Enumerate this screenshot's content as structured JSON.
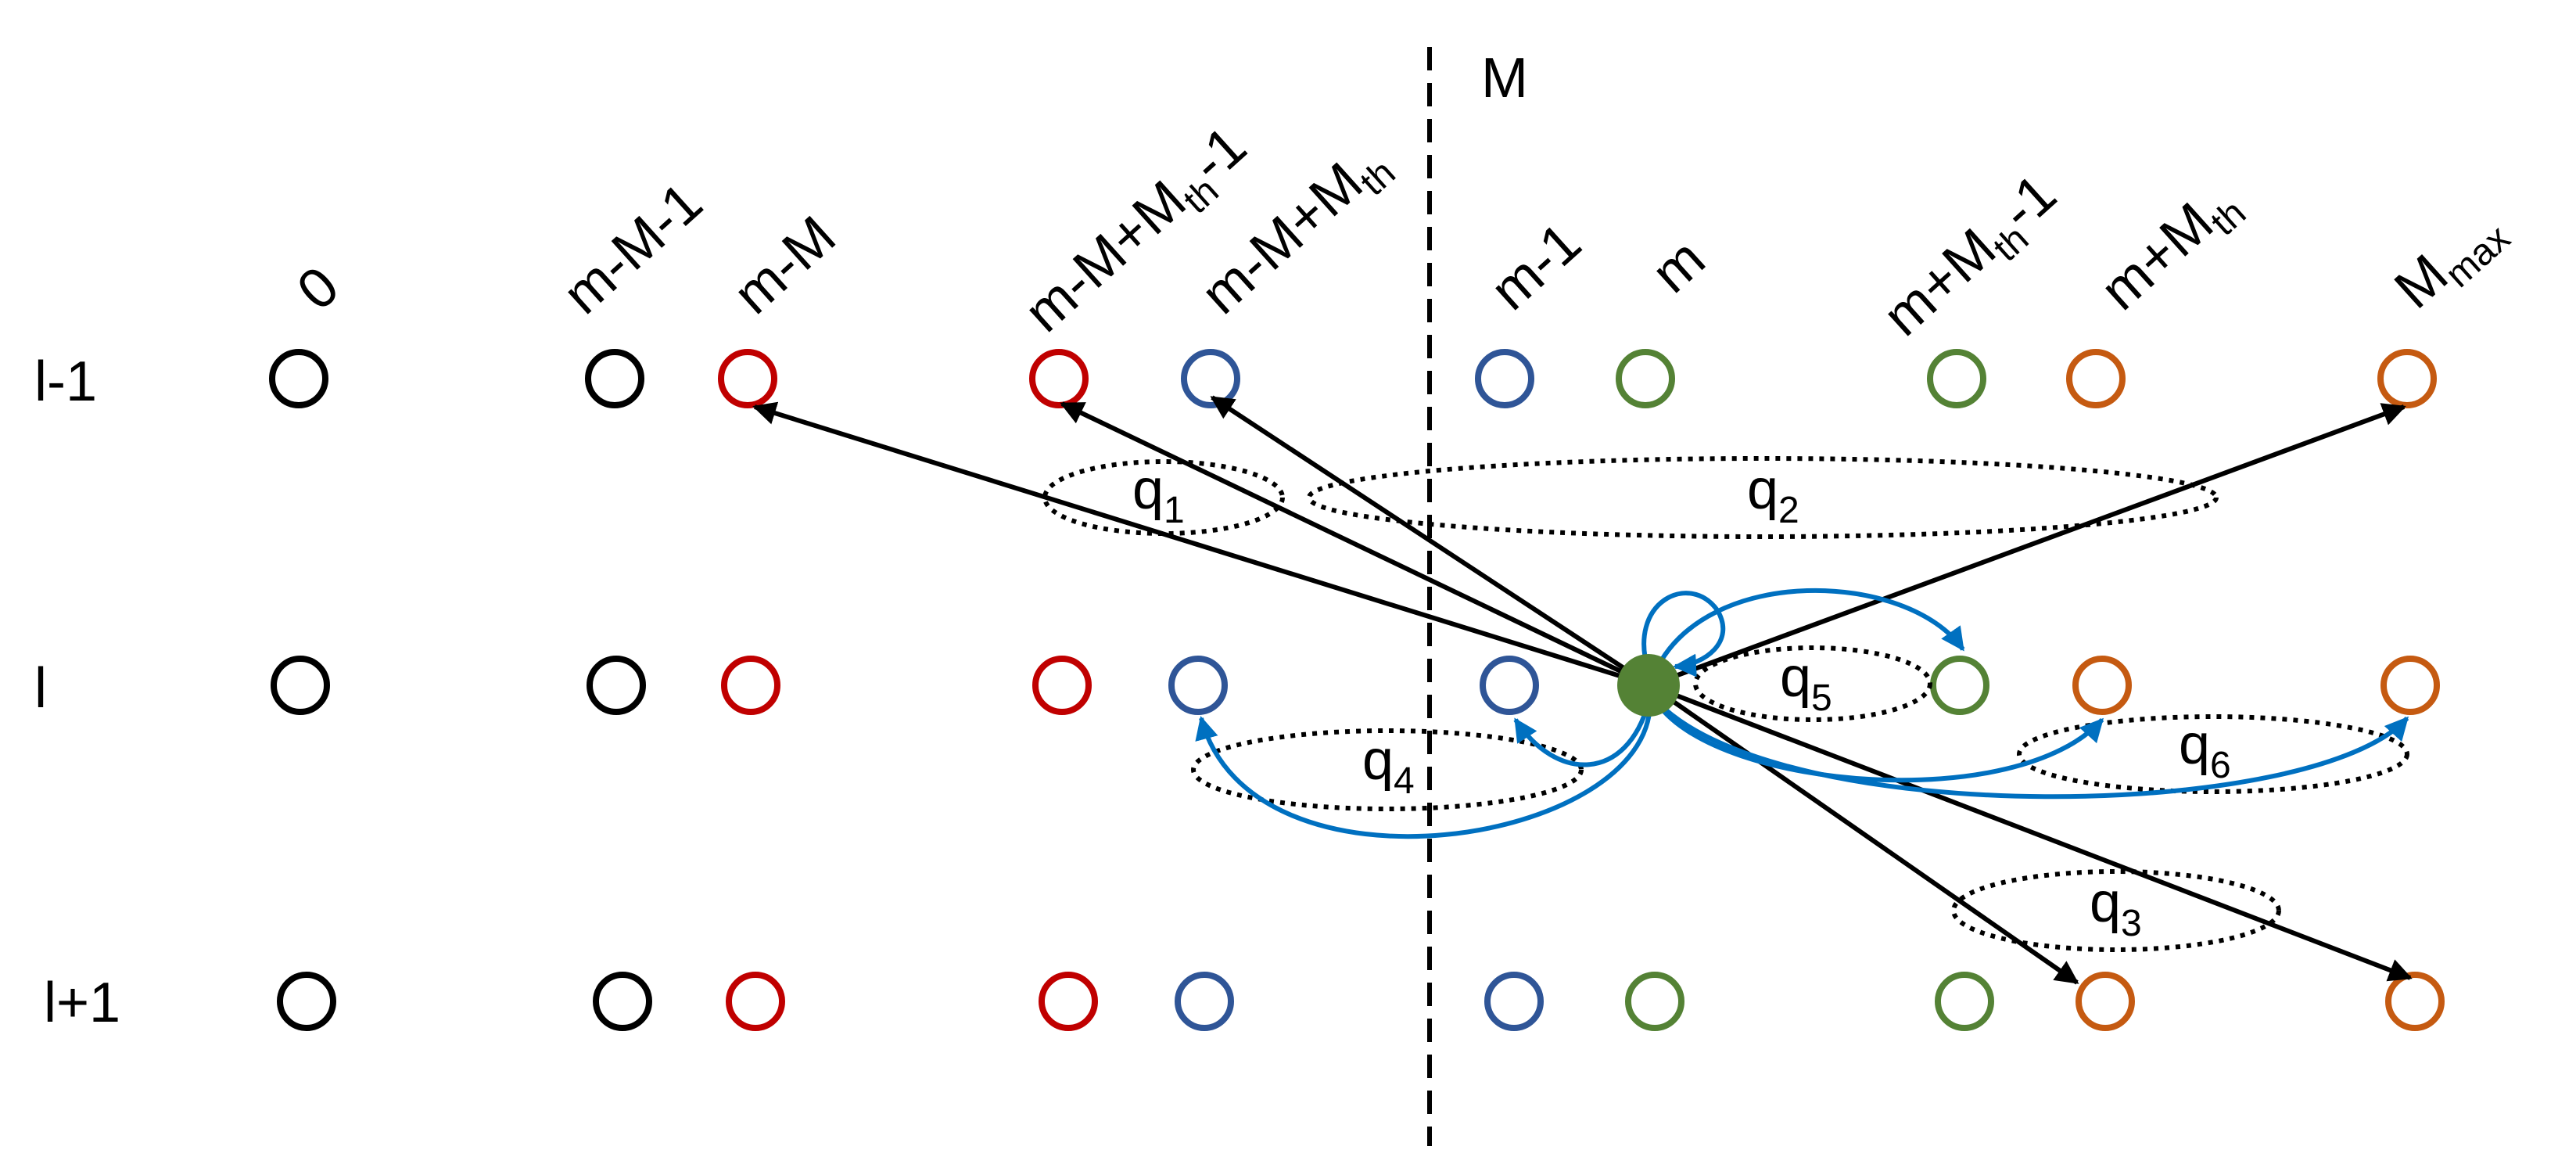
{
  "rows": [
    {
      "key": "top",
      "label": "l-1"
    },
    {
      "key": "mid",
      "label": "l"
    },
    {
      "key": "bot",
      "label": "l+1"
    }
  ],
  "columns": [
    {
      "main": "0",
      "sub": "",
      "tail": "",
      "color": "#000000",
      "states": [
        "top",
        "mid",
        "bot"
      ]
    },
    {
      "main": "m-M-1",
      "sub": "",
      "tail": "",
      "color": "#000000",
      "states": [
        "top",
        "mid",
        "bot"
      ]
    },
    {
      "main": "m-M",
      "sub": "",
      "tail": "",
      "color": "#c00000",
      "states": [
        "top",
        "mid",
        "bot"
      ]
    },
    {
      "main": "m-M+M",
      "sub": "th",
      "tail": "-1",
      "color": "#c00000",
      "states": [
        "top",
        "mid",
        "bot"
      ]
    },
    {
      "main": "m-M+M",
      "sub": "th",
      "tail": "",
      "color": "#2f5597",
      "states": [
        "top",
        "mid",
        "bot"
      ]
    },
    {
      "main": "m-1",
      "sub": "",
      "tail": "",
      "color": "#2f5597",
      "states": [
        "top",
        "mid",
        "bot"
      ]
    },
    {
      "main": "m",
      "sub": "",
      "tail": "",
      "color": "#548235",
      "states": [
        "top",
        "mid",
        "bot"
      ]
    },
    {
      "main": "m+M",
      "sub": "th",
      "tail": "-1",
      "color": "#548235",
      "states": [
        "top",
        "mid",
        "bot"
      ]
    },
    {
      "main": "m+M",
      "sub": "th",
      "tail": "",
      "color": "#c55a11",
      "states": [
        "top",
        "mid",
        "bot"
      ]
    },
    {
      "main": "M",
      "sub": "max",
      "tail": "",
      "color": "#c55a11",
      "states": [
        "top",
        "mid",
        "bot"
      ]
    }
  ],
  "current_state": {
    "row": "mid",
    "column_index": 6,
    "color": "#548235"
  },
  "boundary": {
    "label": "M"
  },
  "groups": [
    {
      "name": "q",
      "sub": "1"
    },
    {
      "name": "q",
      "sub": "2"
    },
    {
      "name": "q",
      "sub": "3"
    },
    {
      "name": "q",
      "sub": "4"
    },
    {
      "name": "q",
      "sub": "5"
    },
    {
      "name": "q",
      "sub": "6"
    }
  ],
  "colors": {
    "black_arrow": "#000000",
    "blue_arrow": "#0070c0",
    "dotted_ellipse": "#000000",
    "boundary_line": "#000000"
  }
}
